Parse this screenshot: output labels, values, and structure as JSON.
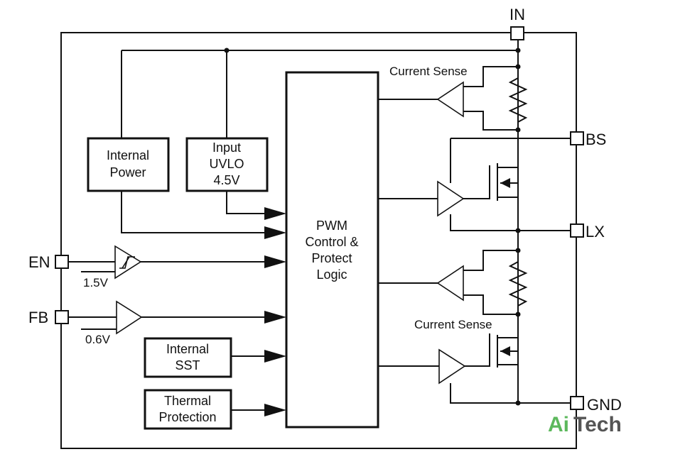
{
  "pins": {
    "in": "IN",
    "bs": "BS",
    "lx": "LX",
    "en": "EN",
    "fb": "FB",
    "gnd": "GND"
  },
  "blocks": {
    "internal_power": [
      "Internal",
      "Power"
    ],
    "input_uvlo": [
      "Input",
      "UVLO",
      "4.5V"
    ],
    "pwm_logic": [
      "PWM",
      "Control &",
      "Protect",
      "Logic"
    ],
    "internal_sst": [
      "Internal",
      "SST"
    ],
    "thermal_protection": [
      "Thermal",
      "Protection"
    ]
  },
  "labels": {
    "current_sense_top": "Current Sense",
    "current_sense_bottom": "Current Sense",
    "en_threshold": "1.5V",
    "fb_reference": "0.6V"
  },
  "watermark": {
    "part1": "Ai",
    "part2": "Tech",
    "color1": "#5cb85c",
    "color2": "#555555"
  }
}
